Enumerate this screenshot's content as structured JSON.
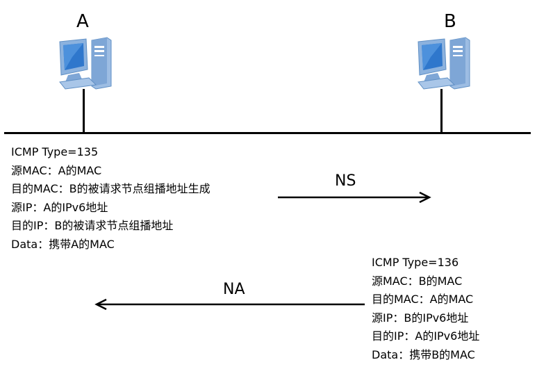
{
  "hosts": {
    "a": {
      "label": "A"
    },
    "b": {
      "label": "B"
    }
  },
  "ns_message": {
    "label": "NS",
    "lines": [
      "ICMP Type=135",
      "源MAC：A的MAC",
      "目的MAC：B的被请求节点组播地址生成",
      "源IP：A的IPv6地址",
      "目的IP：B的被请求节点组播地址",
      "Data：携带A的MAC"
    ]
  },
  "na_message": {
    "label": "NA",
    "lines": [
      "ICMP Type=136",
      "源MAC：B的MAC",
      "目的MAC：A的MAC",
      "源IP：B的IPv6地址",
      "目的IP：A的IPv6地址",
      "Data：携带B的MAC"
    ]
  },
  "colors": {
    "monitor_body": "#7fa9d6",
    "monitor_screen": "#3a7fd0",
    "tower": "#8fb3dc",
    "line": "#000000"
  },
  "icons": {
    "host": "desktop-computer-icon"
  }
}
